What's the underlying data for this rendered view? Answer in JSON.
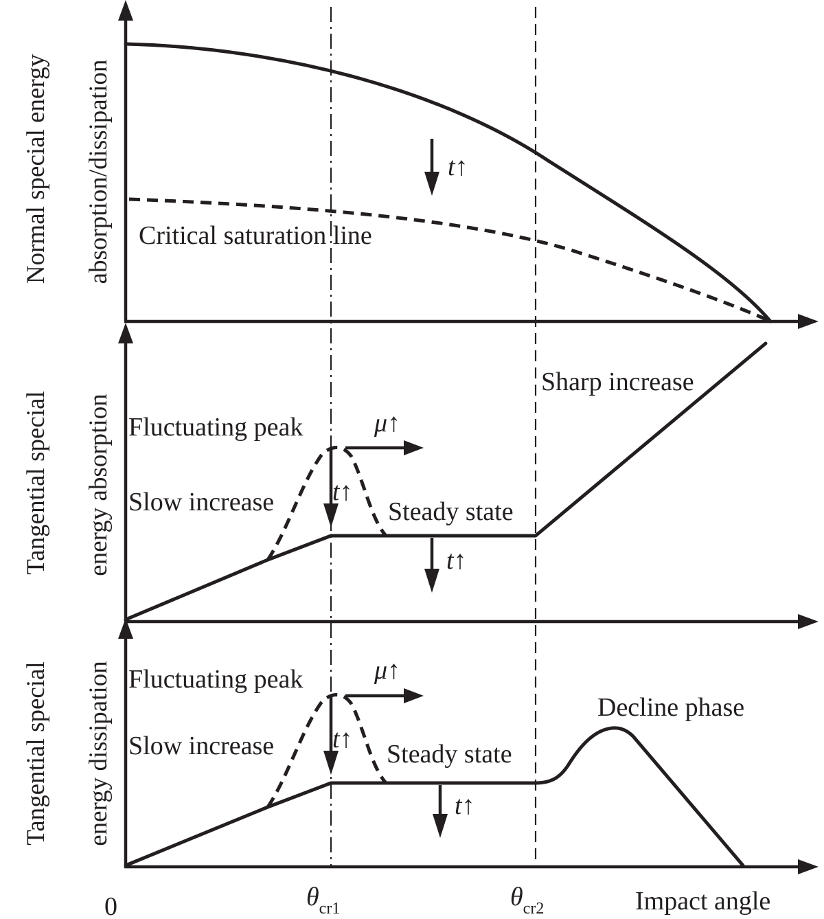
{
  "axes": {
    "origin": "0",
    "x_label": "Impact angle",
    "theta1_base": "θ",
    "theta1_sub": "cr1",
    "theta2_base": "θ",
    "theta2_sub": "cr2"
  },
  "panel_top": {
    "ylabel_line1": "Normal special energy",
    "ylabel_line2": "absorption/dissipation",
    "critical_line_label": "Critical saturation line",
    "t_label": "t",
    "t_arrow": "↑"
  },
  "panel_middle": {
    "ylabel_line1": "Tangential special",
    "ylabel_line2": "energy absorption",
    "sharp_increase": "Sharp increase",
    "fluctuating_peak": "Fluctuating peak",
    "slow_increase": "Slow increase",
    "steady_state": "Steady state",
    "mu_label": "μ",
    "mu_arrow": "↑",
    "t_peak_label": "t",
    "t_peak_arrow": "↑",
    "t_steady_label": "t",
    "t_steady_arrow": "↑"
  },
  "panel_bottom": {
    "ylabel_line1": "Tangential special",
    "ylabel_line2": "energy dissipation",
    "decline_phase": "Decline phase",
    "fluctuating_peak": "Fluctuating peak",
    "slow_increase": "Slow increase",
    "steady_state": "Steady state",
    "mu_label": "μ",
    "mu_arrow": "↑",
    "t_peak_label": "t",
    "t_peak_arrow": "↑",
    "t_steady_label": "t",
    "t_steady_arrow": "↑"
  }
}
